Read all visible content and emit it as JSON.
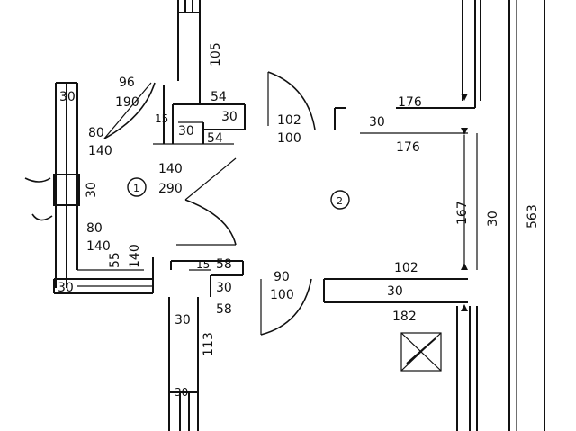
{
  "labels": {
    "d105": "105",
    "d96": "96",
    "d190": "190",
    "d54a": "54",
    "d30a": "30",
    "d30b": "30",
    "d15a": "15",
    "d30c": "30",
    "d54b": "54",
    "d80a": "80",
    "d140a": "140",
    "d30v1": "30",
    "d140b": "140",
    "d290": "290",
    "d102": "102",
    "d100a": "100",
    "d30e": "30",
    "d176a": "176",
    "d176b": "176",
    "d167": "167",
    "d30f": "30",
    "d563": "563",
    "d80b": "80",
    "d140c": "140",
    "d55": "55",
    "d140d": "140",
    "d15b": "15",
    "d58a": "58",
    "d30g": "30",
    "d58b": "58",
    "d30h": "30",
    "d90": "90",
    "d100b": "100",
    "d102b": "102",
    "d30i": "30",
    "d182": "182",
    "d30j": "30",
    "d113": "113",
    "d30k": "30",
    "room1": "1",
    "room2": "2"
  }
}
